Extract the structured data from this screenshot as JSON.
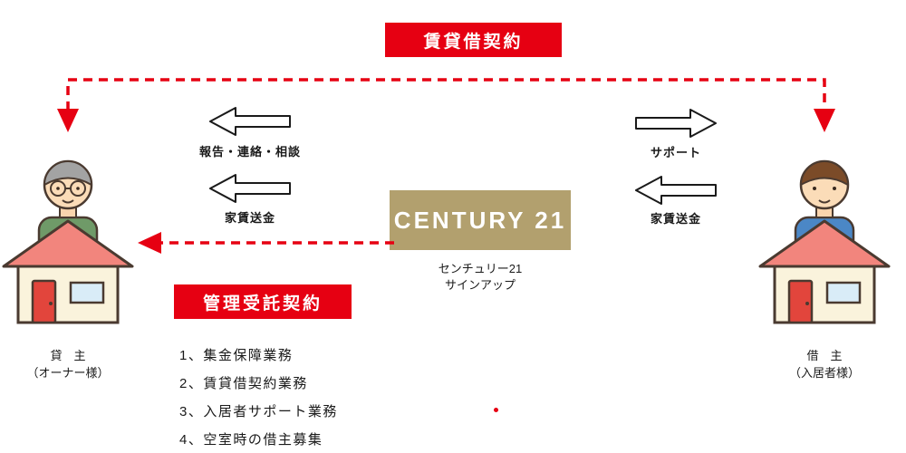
{
  "colors": {
    "accent_red": "#e60012",
    "brand_gold": "#b2a06e"
  },
  "lease_contract": {
    "label": "賃貸借契約"
  },
  "management_contract": {
    "label": "管理受託契約"
  },
  "company": {
    "logo_text": "CENTURY 21",
    "name_line1": "センチュリー21",
    "name_line2": "サインアップ"
  },
  "owner_flows": [
    {
      "label": "報告・連絡・相談",
      "direction": "left"
    },
    {
      "label": "家賃送金",
      "direction": "left"
    }
  ],
  "tenant_flows": [
    {
      "label": "サポート",
      "direction": "right"
    },
    {
      "label": "家賃送金",
      "direction": "left"
    }
  ],
  "services": [
    "1、集金保障業務",
    "2、賃貸借契約業務",
    "3、入居者サポート業務",
    "4、空室時の借主募集"
  ],
  "owner": {
    "title": "貸　主",
    "subtitle": "（オーナー様）"
  },
  "tenant": {
    "title": "借　主",
    "subtitle": "（入居者様）"
  }
}
